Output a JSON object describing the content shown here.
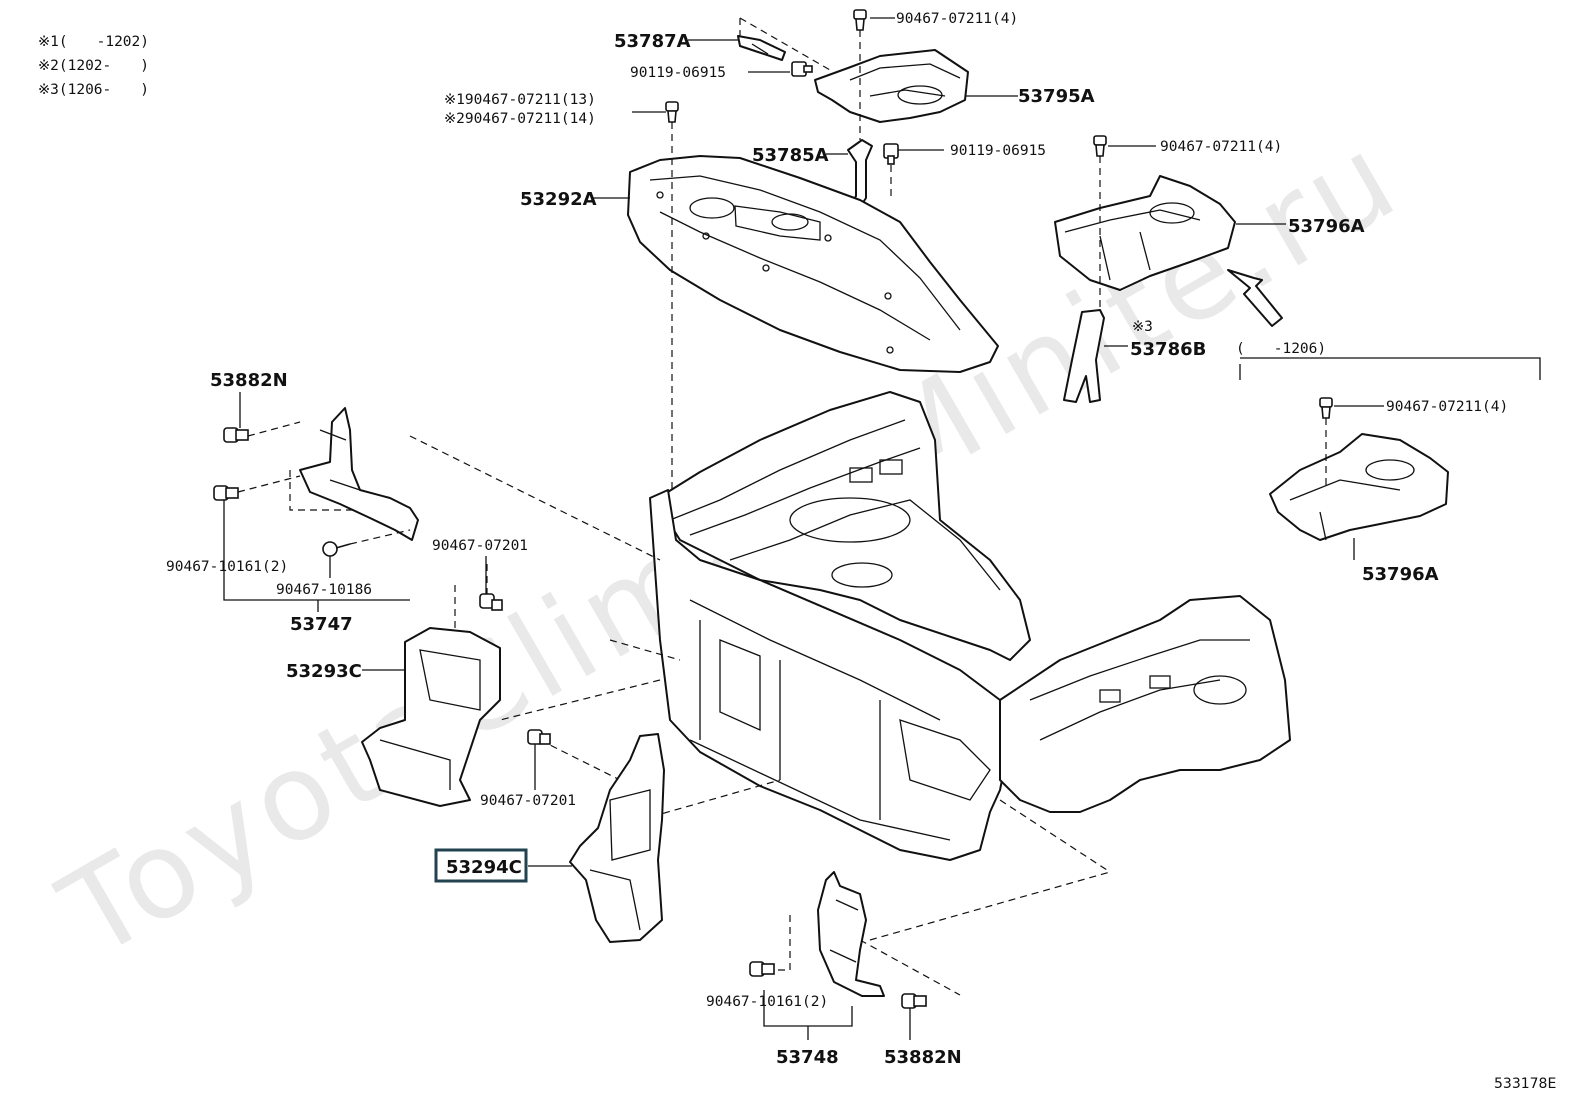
{
  "watermark": "ToyotaClimateMinite.ru",
  "notes": [
    "※1(　　-1202)",
    "※2(1202-　　)",
    "※3(1206-　　)"
  ],
  "diagram_id": "533178E",
  "range_label": "(　　-1206)",
  "parts": {
    "p53787A": "53787A",
    "p53795A": "53795A",
    "p53785A": "53785A",
    "p53292A": "53292A",
    "p53796A_top": "53796A",
    "p53786B": "53786B",
    "note3": "※3",
    "p53796A_alt": "53796A",
    "p53882N_top": "53882N",
    "p53747": "53747",
    "p53293C": "53293C",
    "p53294C": "53294C",
    "p53748": "53748",
    "p53882N_bottom": "53882N"
  },
  "fasteners": {
    "f1": "90467-07211(4)",
    "f2": "90119-06915",
    "f3": "※190467-07211(13)",
    "f4": "※290467-07211(14)",
    "f5": "90119-06915",
    "f6": "90467-07211(4)",
    "f7": "90467-07211(4)",
    "f8": "90467-07201",
    "f9": "90467-10161(2)",
    "f10": "90467-10186",
    "f11": "90467-07201",
    "f12": "90467-10161(2)"
  },
  "highlighted_part": "53294C",
  "colors": {
    "highlight": "#22424f",
    "line": "#111111",
    "watermark": "#e9e9e9"
  }
}
